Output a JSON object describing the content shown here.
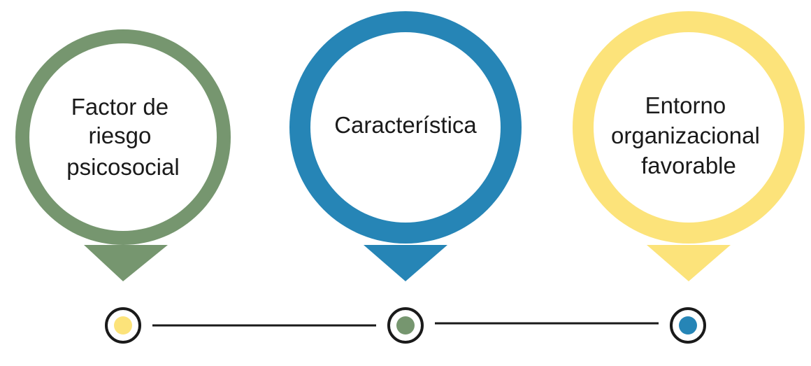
{
  "colors": {
    "yellow": "#FCE37A",
    "green": "#76966F",
    "blue": "#2685B6",
    "ink": "#1a1a1a",
    "background": "#ffffff"
  },
  "pins": [
    {
      "label_lines": [
        "Factor de",
        "riesgo",
        "psicosocial"
      ],
      "color": "#FCE37A"
    },
    {
      "label_lines": [
        "Característica"
      ],
      "color": "#76966F"
    },
    {
      "label_lines": [
        "Entorno",
        "organizacional",
        "favorable"
      ],
      "color": "#2685B6"
    }
  ],
  "timeline": {
    "markers": [
      {
        "dot_color": "#FCE37A"
      },
      {
        "dot_color": "#76966F"
      },
      {
        "dot_color": "#2685B6"
      }
    ]
  }
}
